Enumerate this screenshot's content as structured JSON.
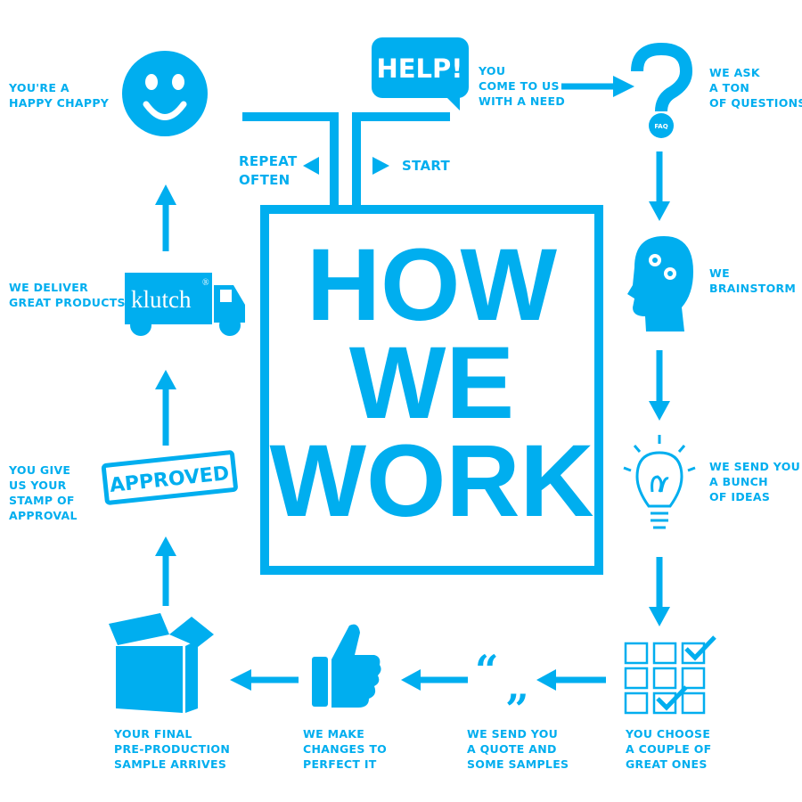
{
  "title": {
    "line1": "HOW",
    "line2": "WE",
    "line3": "WORK"
  },
  "accent_color": "#00AEEF",
  "help_bubble": "HELP!",
  "faq_badge": "FAQ",
  "truck_brand": "klutch",
  "truck_mark": "®",
  "stamp_text": "APPROVED",
  "loop": {
    "start": "START",
    "repeat": "REPEAT\nOFTEN"
  },
  "steps": [
    {
      "label": "YOU\nCOME TO US\nWITH A NEED",
      "icon": "help-speech-bubble-icon"
    },
    {
      "label": "WE ASK\nA TON\nOF QUESTIONS",
      "icon": "question-mark-icon"
    },
    {
      "label": "WE\nBRAINSTORM",
      "icon": "head-gears-icon"
    },
    {
      "label": "WE SEND YOU\nA BUNCH\nOF IDEAS",
      "icon": "lightbulb-icon"
    },
    {
      "label": "YOU CHOOSE\nA COUPLE OF\nGREAT ONES",
      "icon": "checklist-grid-icon"
    },
    {
      "label": "WE SEND YOU\nA QUOTE AND\nSOME SAMPLES",
      "icon": "quote-marks-icon"
    },
    {
      "label": "WE MAKE\nCHANGES TO\nPERFECT IT",
      "icon": "thumbs-up-icon"
    },
    {
      "label": "YOUR FINAL\nPRE-PRODUCTION\nSAMPLE ARRIVES",
      "icon": "open-box-icon"
    },
    {
      "label": "YOU GIVE\nUS YOUR\nSTAMP OF\nAPPROVAL",
      "icon": "approved-stamp-icon"
    },
    {
      "label": "WE DELIVER\nGREAT PRODUCTS",
      "icon": "delivery-truck-icon"
    },
    {
      "label": "YOU'RE A\nHAPPY CHAPPY",
      "icon": "smiley-face-icon"
    }
  ]
}
